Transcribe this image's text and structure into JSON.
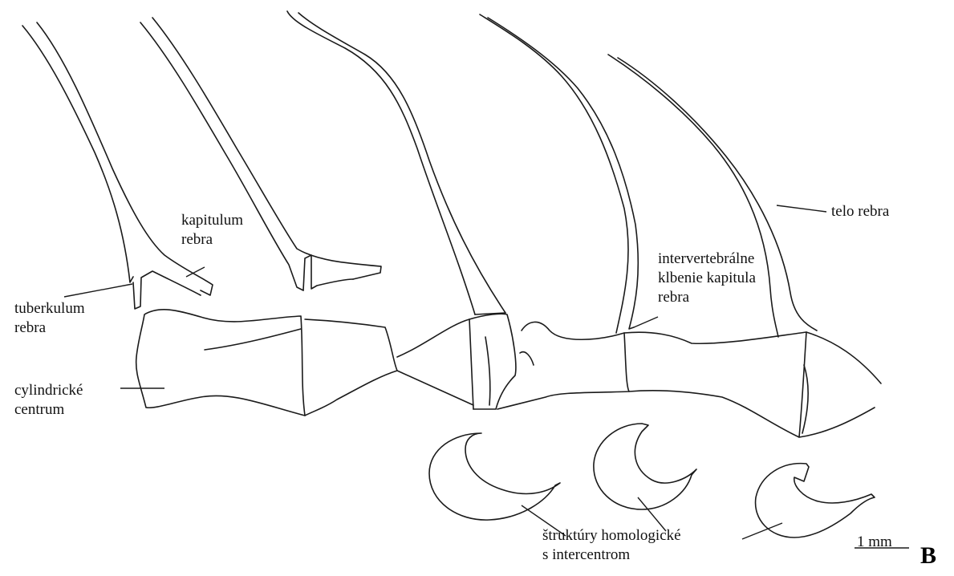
{
  "labels": {
    "kapitulum": [
      "kapitulum",
      "rebra"
    ],
    "tuberkulum": [
      "tuberkulum",
      "rebra"
    ],
    "cylindricke": [
      "cylindrické",
      "centrum"
    ],
    "telo": "telo rebra",
    "intervertebralne": [
      "intervertebrálne",
      "klbenie kapitula",
      "rebra"
    ],
    "struktury": [
      "štruktúry homologické",
      "s intercentrom"
    ]
  },
  "scale_bar": "1 mm",
  "panel_letter": "B"
}
